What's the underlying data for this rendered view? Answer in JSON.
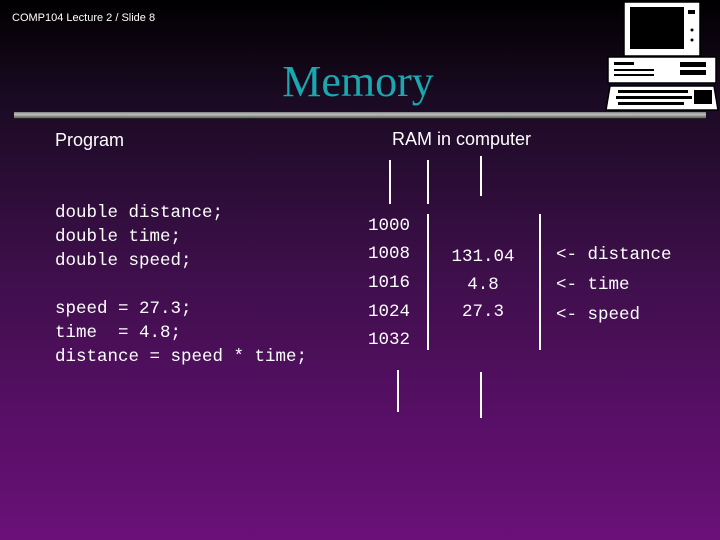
{
  "header": {
    "text": "COMP104 Lecture 2 / Slide 8"
  },
  "title": "Memory",
  "program_label": "Program",
  "ram_label": "RAM in computer",
  "code": {
    "declarations": [
      "double distance;",
      "double time;",
      "double speed;"
    ],
    "statements": [
      "speed = 27.3;",
      "time  = 4.8;",
      "distance = speed * time;"
    ]
  },
  "ram": {
    "addresses": [
      "1000",
      "1008",
      "1016",
      "1024",
      "1032"
    ],
    "values": [
      "131.04",
      "4.8",
      "27.3"
    ],
    "annotations": [
      "<- distance",
      "<- time",
      "<- speed"
    ]
  },
  "colors": {
    "title": "#1aa7b0",
    "text": "#ffffff",
    "background_bottom": "#6a1078"
  },
  "icons": {
    "computer": "desktop-computer-icon"
  }
}
